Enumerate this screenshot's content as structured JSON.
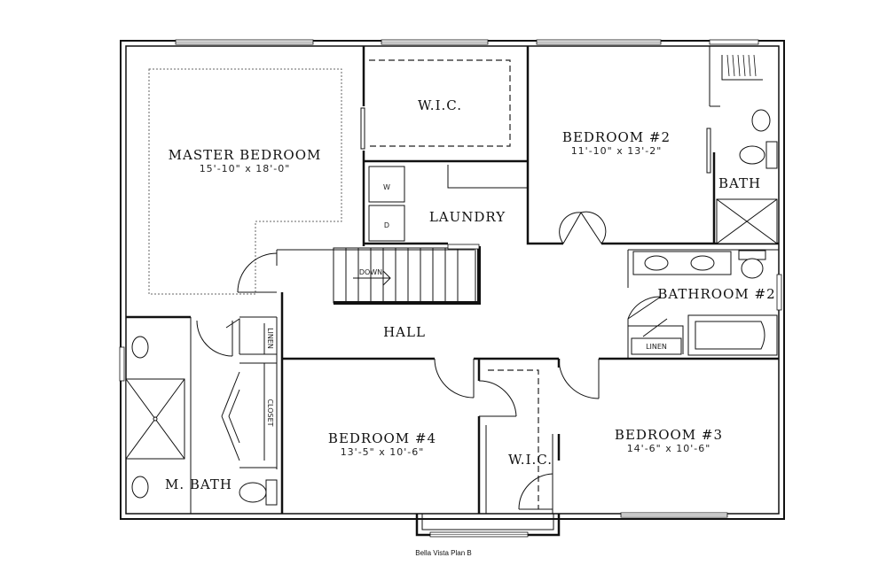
{
  "rooms": {
    "master_bedroom": {
      "name": "MASTER BEDROOM",
      "dim": "15'-10\" x 18'-0\""
    },
    "master_wic": {
      "name": "W.I.C."
    },
    "bedroom2": {
      "name": "BEDROOM #2",
      "dim": "11'-10\" x 13'-2\""
    },
    "bath": {
      "name": "BATH"
    },
    "laundry": {
      "name": "LAUNDRY"
    },
    "bathroom2": {
      "name": "BATHROOM #2"
    },
    "hall": {
      "name": "HALL"
    },
    "bedroom4": {
      "name": "BEDROOM #4",
      "dim": "13'-5\" x 10'-6\""
    },
    "bedroom3": {
      "name": "BEDROOM #3",
      "dim": "14'-6\" x 10'-6\""
    },
    "wic2": {
      "name": "W.I.C."
    },
    "mbath": {
      "name": "M. BATH"
    }
  },
  "labels": {
    "washer": "W",
    "dryer": "D",
    "stairs": "DOWN",
    "linen_master": "LINEN",
    "closet": "CLOSET",
    "linen_bath2": "LINEN"
  },
  "caption": "Bella Vista Plan B"
}
